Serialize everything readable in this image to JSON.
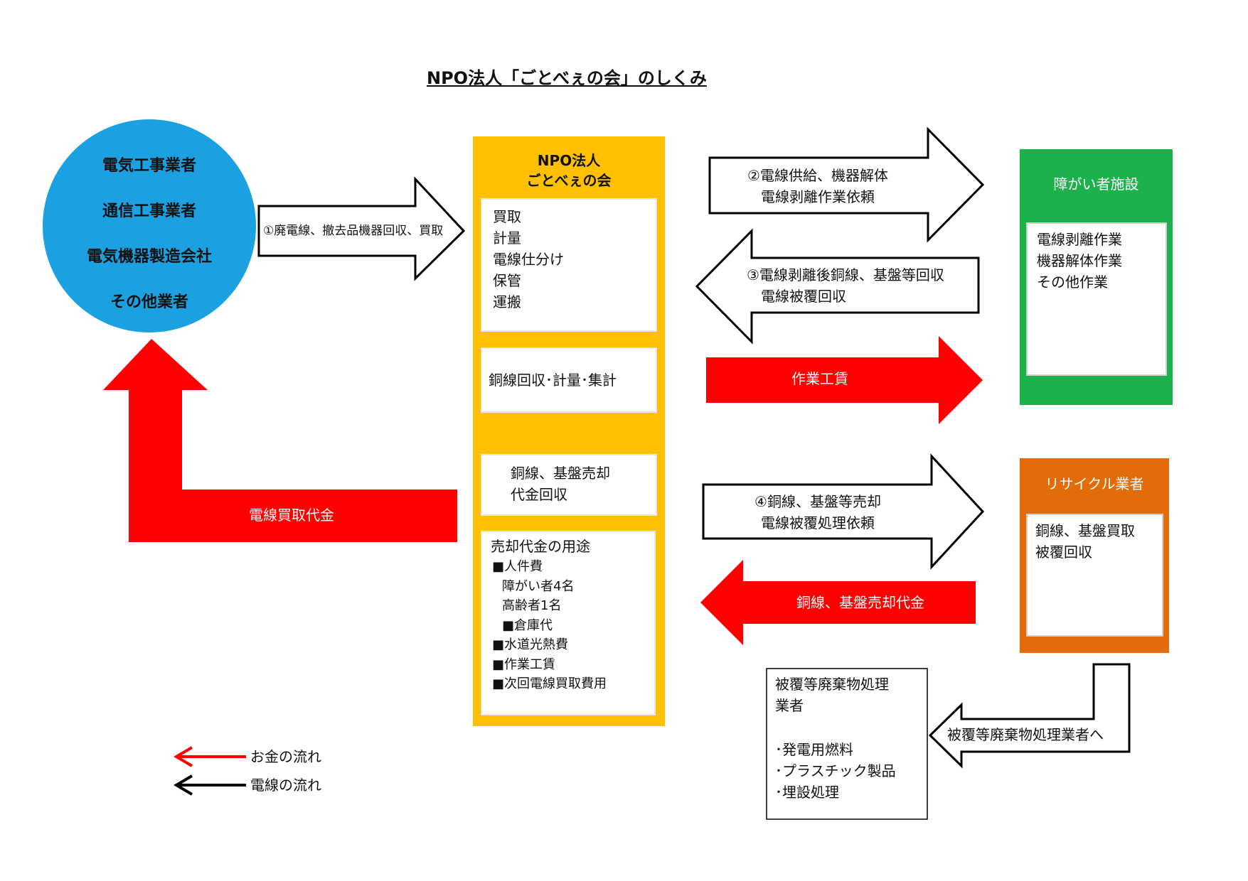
{
  "title": "NPO法人「ごとべぇの会」のしくみ",
  "colors": {
    "circle": "#1ba1e2",
    "npo": "#ffc000",
    "facility": "#1db14c",
    "recycle": "#e36c0a",
    "money_arrow": "#ff0000",
    "outline": "#000000"
  },
  "suppliers": [
    "電気工事業者",
    "通信工事業者",
    "電気機器製造会社",
    "その他業者"
  ],
  "arrow1": "①廃電線、撤去品機器回収、買取",
  "npo": {
    "title_line1": "NPO法人",
    "title_line2": "ごとべぇの会",
    "box1": [
      "買取",
      "計量",
      "電線仕分け",
      "保管",
      "運搬"
    ],
    "box2": "銅線回収･計量･集計",
    "box3": [
      "銅線、基盤売却",
      "代金回収"
    ],
    "box4_title": "売却代金の用途",
    "box4": [
      "■人件費",
      "障がい者4名",
      "高齢者1名",
      "■倉庫代",
      "■水道光熱費",
      "■作業工賃",
      "■次回電線買取費用"
    ]
  },
  "arrow2": [
    "②電線供給、機器解体",
    "電線剥離作業依頼"
  ],
  "arrow3": [
    "③電線剥離後銅線、基盤等回収",
    "電線被覆回収"
  ],
  "arrow_wage": "作業工賃",
  "arrow4": [
    "④銅線、基盤等売却",
    "電線被覆処理依頼"
  ],
  "arrow_sale": "銅線、基盤売却代金",
  "arrow_purchase": "電線買取代金",
  "facility": {
    "title": "障がい者施設",
    "items": [
      "電線剥離作業",
      "機器解体作業",
      "その他作業"
    ]
  },
  "recycle": {
    "title": "リサイクル業者",
    "items": [
      "銅線、基盤買取",
      "被覆回収"
    ]
  },
  "waste": {
    "title": [
      "被覆等廃棄物処理",
      "業者"
    ],
    "items": [
      "･発電用燃料",
      "･プラスチック製品",
      "･埋設処理"
    ]
  },
  "waste_arrow": "被覆等廃棄物処理業者へ",
  "legend": {
    "money": "お金の流れ",
    "wire": "電線の流れ"
  }
}
